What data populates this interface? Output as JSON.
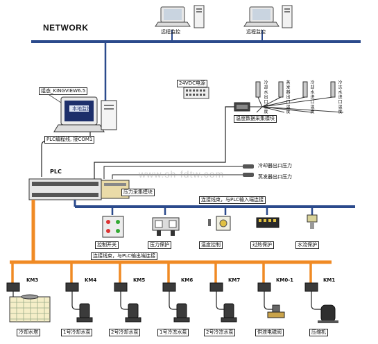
{
  "network": {
    "title": "NETWORK",
    "accent_blue": "#2b4a8c",
    "accent_orange": "#f08a24"
  },
  "remote": {
    "pc1_label": "远程监控",
    "pc2_label": "远程监控"
  },
  "config": {
    "software_label": "组态_KINGVIEW6.5",
    "screen_text": "本地监控",
    "cable_label": "PLC编程线, 接COM1"
  },
  "power": {
    "label": "24VDC电源"
  },
  "temp_module": {
    "label": "温度数据采集模块"
  },
  "sensors": [
    {
      "label": "冷却水出口温度"
    },
    {
      "label": "蒸发器出口温度"
    },
    {
      "label": "冷却水进口温度"
    },
    {
      "label": "冷冻水进口温度"
    }
  ],
  "plc": {
    "label": "PLC"
  },
  "pressure": {
    "p1": "冷却器出口压力",
    "p2": "蒸发器出口压力",
    "module_label": "压力采集模块"
  },
  "watermark": "www.sh-fdtw.com",
  "input_bus": {
    "label": "连接线束，与PLC输入端连接",
    "items": [
      {
        "label": "控制开关"
      },
      {
        "label": "压力保护"
      },
      {
        "label": "温度控制"
      },
      {
        "label": "过热保护"
      },
      {
        "label": "水流保护"
      }
    ]
  },
  "output_bus": {
    "label": "连接线束，与PLC输出端连接",
    "items": [
      {
        "km": "KM3",
        "label": "冷却水塔"
      },
      {
        "km": "KM4",
        "label": "1号冷却水泵"
      },
      {
        "km": "KM5",
        "label": "2号冷却水泵"
      },
      {
        "km": "KM6",
        "label": "1号冷冻水泵"
      },
      {
        "km": "KM7",
        "label": "2号冷冻水泵"
      },
      {
        "km": "KM0-1",
        "label": "供液电磁阀"
      },
      {
        "km": "KM1",
        "label": "压缩机"
      }
    ]
  }
}
